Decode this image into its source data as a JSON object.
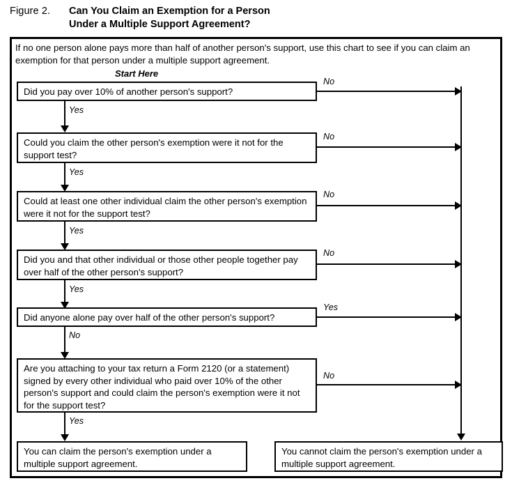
{
  "figure": {
    "label": "Figure 2.",
    "title_line1": "Can You Claim an Exemption for a Person",
    "title_line2": "Under a Multiple Support Agreement?"
  },
  "intro": "If no one person alone pays more than half of another person's support, use this chart to see if you can claim an exemption for that person under a multiple support agreement.",
  "start_here": "Start Here",
  "labels": {
    "yes": "Yes",
    "no": "No"
  },
  "nodes": [
    {
      "id": "q1",
      "text": "Did you pay over 10% of another person's support?",
      "down_label": "Yes",
      "right_label": "No"
    },
    {
      "id": "q2",
      "text": "Could you claim the other person's exemption were it not for the support test?",
      "down_label": "Yes",
      "right_label": "No"
    },
    {
      "id": "q3",
      "text": "Could at least one other individual claim the other person's exemption were it not for the support test?",
      "down_label": "Yes",
      "right_label": "No"
    },
    {
      "id": "q4",
      "text": "Did you and that other individual or those other people together pay over half of the other person's support?",
      "down_label": "Yes",
      "right_label": "No"
    },
    {
      "id": "q5",
      "text": "Did anyone alone pay over half of the other person's support?",
      "down_label": "No",
      "right_label": "Yes"
    },
    {
      "id": "q6",
      "text": "Are you attaching to your tax return a Form 2120 (or a statement) signed by every other individual who paid over 10% of the other person's support and could claim the person's exemption were it not for the support test?",
      "down_label": "Yes",
      "right_label": "No"
    }
  ],
  "outcomes": {
    "positive": "You can claim the person's exemption under a multiple support agreement.",
    "negative": "You cannot claim the person's exemption under a multiple support agreement."
  },
  "colors": {
    "ink": "#000000",
    "page": "#ffffff"
  }
}
